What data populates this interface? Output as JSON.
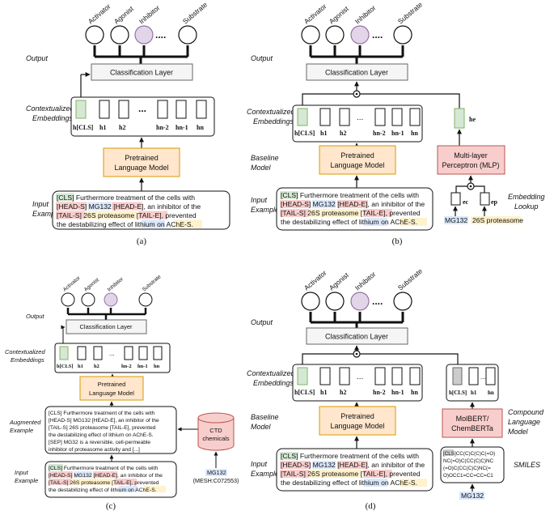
{
  "labels": {
    "classes": [
      "Activator",
      "Agonist",
      "Inhibitor",
      "Substrate"
    ],
    "dots": "....",
    "output": "Output",
    "classification": "Classification Layer",
    "ctx1": "Contextualized",
    "ctx2": "Embeddings",
    "baseline1": "Baseline",
    "baseline2": "Model",
    "input1": "Input",
    "input2": "Example",
    "augmented1": "Augmented",
    "augmented2": "Example",
    "plm1": "Pretrained",
    "plm2": "Language Model",
    "emb_lookup1": "Embedding",
    "emb_lookup2": "Lookup",
    "compound1": "Compound",
    "compound2": "Language",
    "compound3": "Model",
    "smiles": "SMILES",
    "ellipsis": "...",
    "ellipsis_small": "..."
  },
  "tokens": {
    "h_cls": "h[CLS]",
    "h1": "h1",
    "h2": "h2",
    "hn2": "hn-2",
    "hn1": "hn-1",
    "hn": "hn",
    "he": "he",
    "ec": "ec",
    "ep": "ep"
  },
  "input_text": {
    "cls": "[CLS]",
    "l1_tail": "Furthermore treatment of the cells with",
    "head_s": "[HEAD-S]",
    "mg132": "MG132",
    "head_e": "[HEAD-E]",
    "l2_tail": ", an inhibitor of the",
    "tail_s": "[TAIL-S]",
    "proteasome": "26S proteasome",
    "tail_e": "[TAIL-E]",
    "l3_tail": ", prevented",
    "l4_pre": "the destabilizing effect of",
    "lithium": "lithium",
    "l4_on": "on",
    "ache": "AChE-S",
    "period": "."
  },
  "augmented_text": {
    "l1": "[CLS] Furthermore treatment of the cells with",
    "l2": "[HEAD-S] MG132 [HEAD-E], an inhibitor of the",
    "l3": "[TAIL-S] 26S proteasome [TAIL-E], prevented",
    "l4": "the destabilizing effect of lithium on AChE-S.",
    "l5": "[SEP] MG32 is a reversible, cell-permeable",
    "l6": "inhibitor of proteasome activity and [...]"
  },
  "panel_b": {
    "mlp1": "Multi-layer",
    "mlp2": "Perceptron (MLP)",
    "mg132": "MG132",
    "proteasome": "26S proteasome"
  },
  "panel_c": {
    "ctd1": "CTD",
    "ctd2": "chemicals",
    "mg132": "MG132",
    "mesh": "(MESH:C072553)"
  },
  "panel_d": {
    "mol1": "MolBERT/",
    "mol2": "ChemBERTa",
    "smiles_l1": "[CLS]CC(C)C(C)C(=O)",
    "smiles_l2": "NC(=O)C(CC(C)C)NC",
    "smiles_l3": "(=O)C(CC(C)C)NC(=",
    "smiles_l4": "O)OCC1=CC=CC=C1",
    "mg132": "MG132"
  },
  "captions": [
    "(a)",
    "(b)",
    "(c)",
    "(d)"
  ],
  "colors": {
    "inhibitor_fill": "#e1d5e7",
    "inhibitor_stroke": "#9673a6",
    "green_fill": "#d5e8d4",
    "green_stroke": "#82b366",
    "orange_fill": "#ffe6cc",
    "orange_stroke": "#d79b00",
    "red_fill": "#f8cecc",
    "red_stroke": "#b85450",
    "yellow_hl": "#fff2cc",
    "blue_hl": "#dae8fc",
    "gray_fill": "#f5f5f5",
    "gray_stroke": "#666666",
    "token_gray": "#cccccc"
  }
}
